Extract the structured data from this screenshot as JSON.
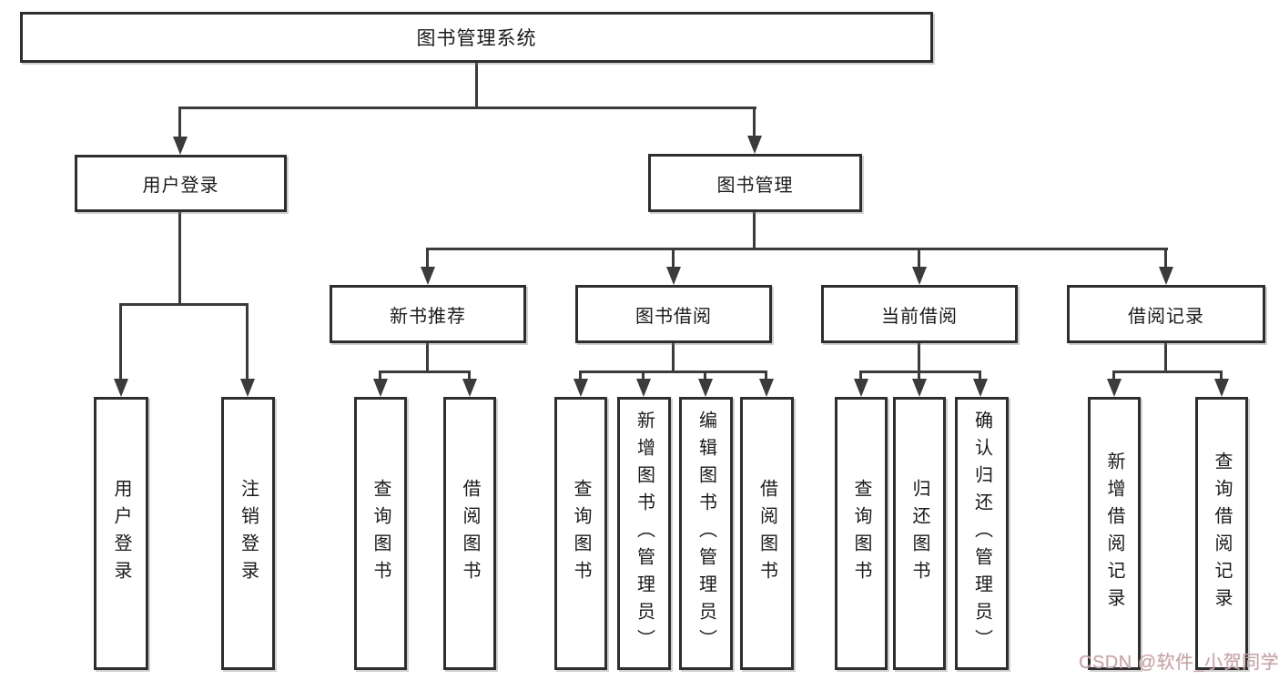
{
  "diagram": {
    "title": "图书管理系统",
    "watermark": "CSDN @软件_小贺同学",
    "colors": {
      "line": "#3b3b3b",
      "box_border": "#2e2e2e",
      "box_background": "#ffffff",
      "text": "#1a1a1a",
      "watermark": "#c7a4a8"
    },
    "nodes": {
      "root": {
        "label": "图书管理系统"
      },
      "user_login": {
        "label": "用户登录"
      },
      "book_mgmt": {
        "label": "图书管理"
      },
      "new_book_rec": {
        "label": "新书推荐"
      },
      "book_borrow": {
        "label": "图书借阅"
      },
      "current_borrow": {
        "label": "当前借阅"
      },
      "borrow_records": {
        "label": "借阅记录"
      },
      "leaf_user_login": {
        "label": "用户登录"
      },
      "leaf_logout": {
        "label": "注销登录"
      },
      "leaf_query_books_rec": {
        "label": "查询图书"
      },
      "leaf_borrow_books_rec": {
        "label": "借阅图书"
      },
      "leaf_query_books_bb": {
        "label": "查询图书"
      },
      "leaf_add_books": {
        "label": "新增图书（管理员）"
      },
      "leaf_edit_books": {
        "label": "编辑图书（管理员）"
      },
      "leaf_borrow_books_bb": {
        "label": "借阅图书"
      },
      "leaf_query_books_cb": {
        "label": "查询图书"
      },
      "leaf_return_books": {
        "label": "归还图书"
      },
      "leaf_confirm_return": {
        "label": "确认归还（管理员）"
      },
      "leaf_add_borrow_record": {
        "label": "新增借阅记录"
      },
      "leaf_query_borrow_record": {
        "label": "查询借阅记录"
      }
    },
    "hierarchy": {
      "root": [
        "user_login",
        "book_mgmt"
      ],
      "user_login": [
        "leaf_user_login",
        "leaf_logout"
      ],
      "book_mgmt": [
        "new_book_rec",
        "book_borrow",
        "current_borrow",
        "borrow_records"
      ],
      "new_book_rec": [
        "leaf_query_books_rec",
        "leaf_borrow_books_rec"
      ],
      "book_borrow": [
        "leaf_query_books_bb",
        "leaf_add_books",
        "leaf_edit_books",
        "leaf_borrow_books_bb"
      ],
      "current_borrow": [
        "leaf_query_books_cb",
        "leaf_return_books",
        "leaf_confirm_return"
      ],
      "borrow_records": [
        "leaf_add_borrow_record",
        "leaf_query_borrow_record"
      ]
    }
  }
}
